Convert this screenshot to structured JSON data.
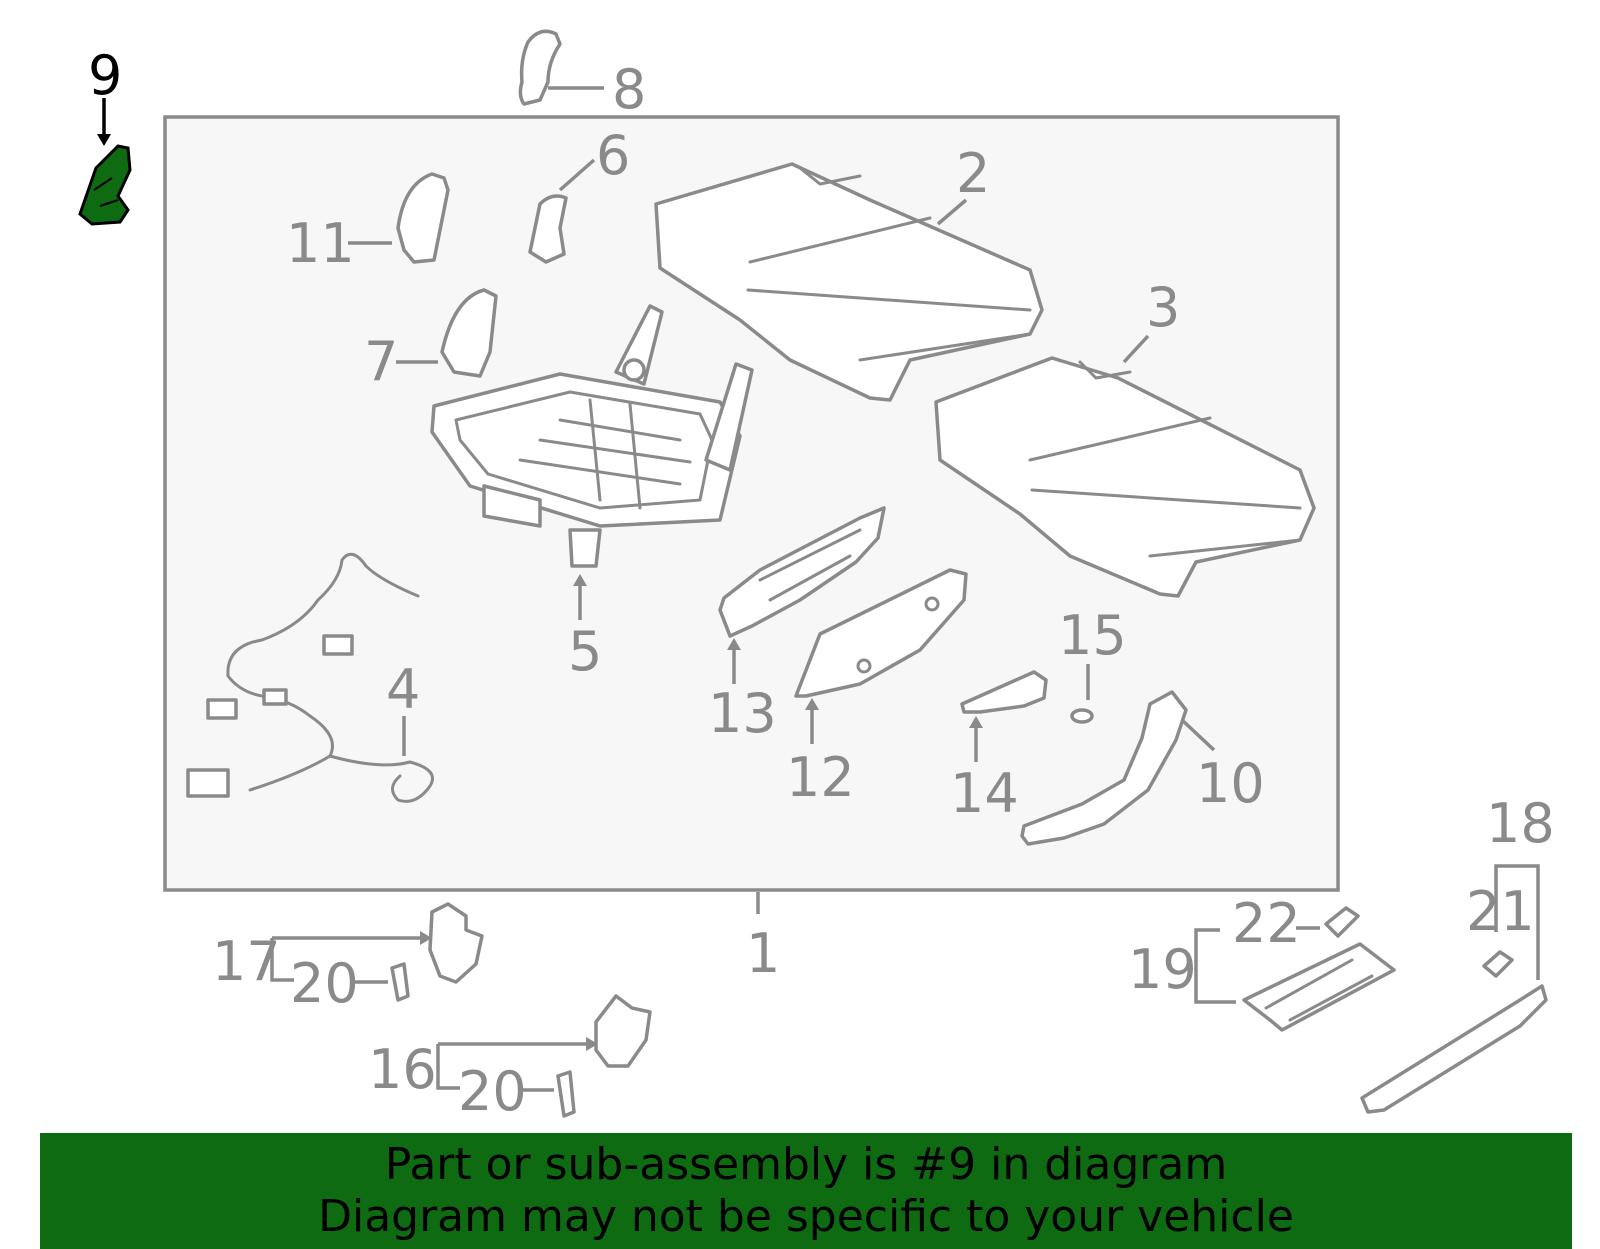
{
  "diagram": {
    "highlight_color": "#0e6b12",
    "highlighted_part": "9",
    "callouts": {
      "c1": "1",
      "c2": "2",
      "c3": "3",
      "c4": "4",
      "c5": "5",
      "c6": "6",
      "c7": "7",
      "c8": "8",
      "c9": "9",
      "c10": "10",
      "c11": "11",
      "c12": "12",
      "c13": "13",
      "c14": "14",
      "c15": "15",
      "c16": "16",
      "c17": "17",
      "c18": "18",
      "c19": "19",
      "c20a": "20",
      "c20b": "20",
      "c21": "21",
      "c22": "22"
    }
  },
  "banner": {
    "line1": "Part or sub-assembly is #9 in diagram",
    "line2": "Diagram may not be specific to your vehicle",
    "background": "#0e6b12"
  }
}
